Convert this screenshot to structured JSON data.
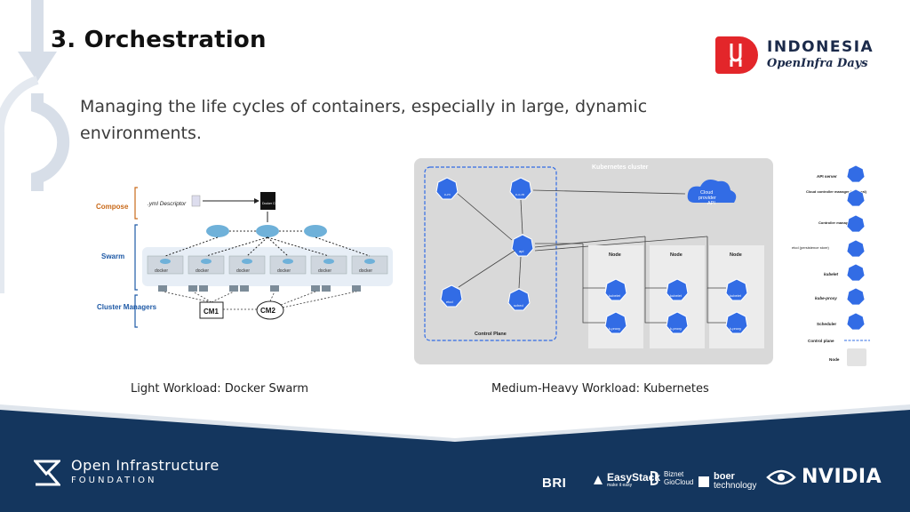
{
  "slide": {
    "title": "3. Orchestration",
    "subtitle": "Managing the life cycles of containers, especially in large, dynamic environments."
  },
  "brand": {
    "line1": "INDONESIA",
    "line2": "OpenInfra Days",
    "accent": "#e3262a",
    "navy": "#1b2a4a"
  },
  "swarm_diagram": {
    "layers": [
      "Compose",
      "Swarm",
      "Cluster Managers"
    ],
    "descriptor": ".yml Descriptor",
    "cli": "Docker CLI",
    "node_label": "docker",
    "cluster_managers": [
      "CM1",
      "CM2"
    ],
    "layer_color": "#c96a1a",
    "swarm_color": "#1f5aa6"
  },
  "k8s_diagram": {
    "cluster_title": "Kubernetes cluster",
    "control_plane": "Control Plane",
    "cloud": "Cloud provider API",
    "cp_components": [
      "c-m",
      "c-c-m",
      "api",
      "etcd",
      "sched"
    ],
    "nodes": [
      "Node",
      "Node",
      "Node"
    ],
    "node_components": [
      "kubelet",
      "k-proxy"
    ],
    "icon_color": "#326ce5"
  },
  "legend": {
    "items": [
      "API server",
      "Cloud controller manager (optional)",
      "Controller manager",
      "etcd (persistence store)",
      "kubelet",
      "kube-proxy",
      "Scheduler",
      "Control plane",
      "Node"
    ]
  },
  "captions": {
    "left": "Light Workload: Docker Swarm",
    "right": "Medium-Heavy Workload: Kubernetes"
  },
  "footer": {
    "org_line1": "Open Infrastructure",
    "org_line2": "FOUNDATION",
    "sponsors": {
      "bri": "BRI",
      "easystack": "EasyStack",
      "easystack_sub": "make it easy",
      "biznet_1": "Biznet",
      "biznet_2": "GioCloud",
      "boer_1": "boer",
      "boer_2": "technology",
      "nvidia": "NVIDIA"
    },
    "bg_color": "#14365e"
  }
}
